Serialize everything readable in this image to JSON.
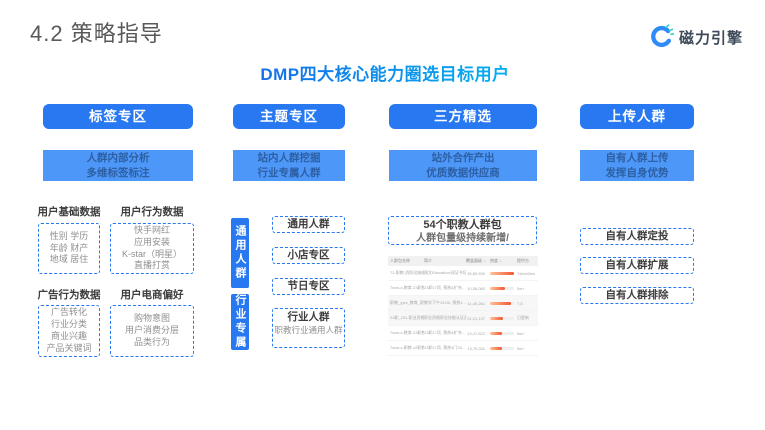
{
  "slide": {
    "title": "4.2 策略指导",
    "subtitle": "DMP四大核心能力圈选目标用户"
  },
  "logo": {
    "text": "磁力引擎"
  },
  "colors": {
    "primary_blue": "#2878F2",
    "sub_box_blue": "#4D97F8",
    "subtitle_gradient_start": "#1A5BE8",
    "subtitle_gradient_end": "#00C4F0",
    "bar_orange_start": "#FFC39C",
    "bar_orange_end": "#F1572F"
  },
  "columns": [
    {
      "header": "标签专区",
      "sub_lines": [
        "人群内部分析",
        "多维标签标注"
      ]
    },
    {
      "header": "主题专区",
      "sub_lines": [
        "站内人群挖掘",
        "行业专属人群"
      ]
    },
    {
      "header": "三方精选",
      "sub_lines": [
        "站外合作产出",
        "优质数据供应商"
      ]
    },
    {
      "header": "上传人群",
      "sub_lines": [
        "自有人群上传",
        "发挥自身优势"
      ]
    }
  ],
  "tag_zone": {
    "groups": [
      {
        "label": "用户基础数据",
        "items": [
          "性别 学历",
          "年龄 财产",
          "地域 居住"
        ]
      },
      {
        "label": "用户行为数据",
        "items": [
          "快手网红",
          "应用安装",
          "K-star（明星）",
          "直播打赏"
        ]
      },
      {
        "label": "广告行为数据",
        "items": [
          "广告转化",
          "行业分类",
          "商业兴趣",
          "产品关键词"
        ]
      },
      {
        "label": "用户电商偏好",
        "items": [
          "购物意图",
          "用户消费分层",
          "品类行为"
        ]
      }
    ]
  },
  "theme_zone": {
    "side_labels": [
      "通用人群",
      "行业专属"
    ],
    "boxes": [
      "通用人群",
      "小店专区",
      "节日专区"
    ],
    "industry_box": {
      "title": "行业人群",
      "sub": "职教行业通用人群"
    }
  },
  "third_party": {
    "headline": {
      "line1": "54个职教人群包",
      "line2": "人群包量级持续新增/"
    },
    "table": {
      "headers": [
        "人群包名称",
        "简介",
        "覆盖量级 ↓",
        "热度 ↓",
        "提供方"
      ],
      "rows": [
        {
          "name": "72-职教-消防设施操作员",
          "desc": "图文Education/双证书培训…",
          "count": "15,89,530",
          "bar": 100,
          "src": "7xbrw2wu"
        },
        {
          "name": "7xxw-x-教育-23职教…",
          "desc": "23职17项, 预热&扩充…",
          "count": "10,56,083",
          "bar": 62,
          "src": "5w+"
        },
        {
          "name": "职教_yyrs_教育_职业资…",
          "desc": "教学下午13:00, 预热1…",
          "count": "11,45,261",
          "bar": 88,
          "src": "7.8"
        },
        {
          "name": "23职_231-职业资格认证…",
          "desc": "职业资格职业技能认证类…",
          "count": "21,21,137",
          "bar": 55,
          "src": "日更新"
        },
        {
          "name": "7xxw-x-教育-23职教…",
          "desc": "23职17项, 预热&扩充…",
          "count": "13,47,622",
          "bar": 52,
          "src": "5w+"
        },
        {
          "name": "7xxw-x-职教-x2职教…",
          "desc": "23职17项, 预热3门25…",
          "count": "12,76,311",
          "bar": 48,
          "src": "5w+"
        }
      ]
    }
  },
  "upload_zone": {
    "boxes": [
      "自有人群定投",
      "自有人群扩展",
      "自有人群排除"
    ]
  }
}
